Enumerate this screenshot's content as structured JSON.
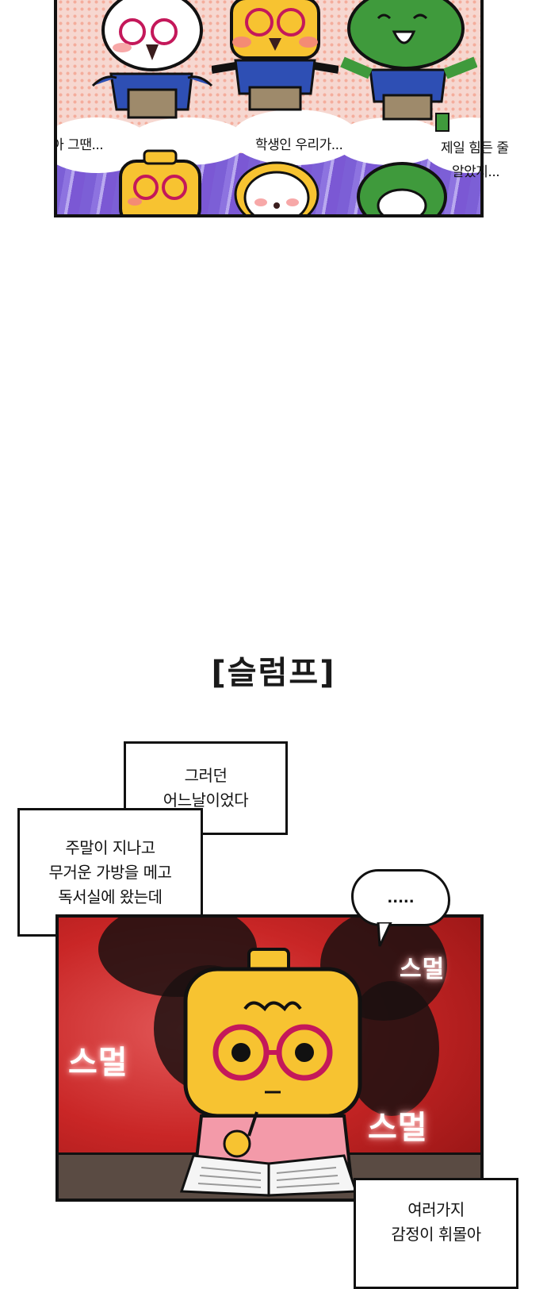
{
  "panel_top": {
    "caption_left": "하아 그땐...",
    "caption_middle": "학생인 우리가...",
    "caption_right_line1": "제일 힘든 줄",
    "caption_right_line2": "알았지..."
  },
  "episode_title": "[슬럼프]",
  "narration_1": {
    "line1": "그러던",
    "line2": "어느날이었다"
  },
  "narration_2": {
    "line1": "주말이 지나고",
    "line2": "무거운 가방을 메고",
    "line3": "독서실에 왔는데"
  },
  "thought": ".....",
  "sfx": {
    "word": "스멀"
  },
  "narration_3": {
    "line1": "여러가지",
    "line2": "감정이 휘몰아"
  },
  "colors": {
    "panel_border": "#111111",
    "red_background": "#c92626",
    "character_yellow": "#f7c331",
    "character_green": "#3f9a3c",
    "glasses_magenta": "#c4185a",
    "uniform_blue": "#2e4fb4",
    "sweater_pink": "#f39aa9"
  }
}
